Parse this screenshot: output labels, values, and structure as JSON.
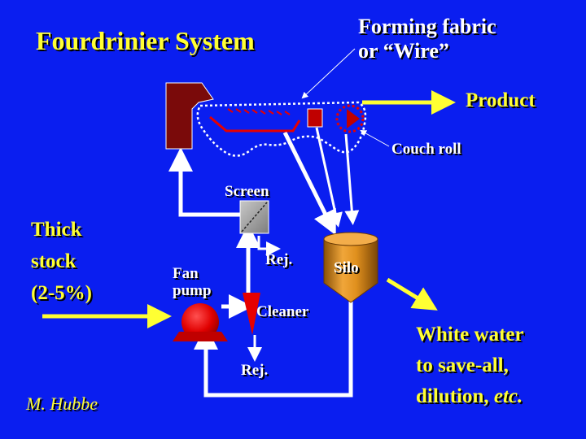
{
  "title": "Fourdrinier System",
  "labels": {
    "forming_fabric_line1": "Forming fabric",
    "forming_fabric_line2": "or “Wire”",
    "product": "Product",
    "couch_roll": "Couch roll",
    "screen": "Screen",
    "rej_top": "Rej.",
    "silo": "Silo",
    "fan_line1": "Fan",
    "fan_line2": "pump",
    "cleaner": "Cleaner",
    "rej_bottom": "Rej.",
    "thick_stock_line1": "Thick",
    "thick_stock_line2": "stock",
    "thick_stock_line3": "(2-5%)",
    "white_water_line1": "White water",
    "white_water_line2": "to save-all,",
    "white_water_line3_prefix": "dilution, ",
    "white_water_line3_italic": "etc.",
    "author": "M. Hubbe"
  },
  "colors": {
    "background": "#0a1ef0",
    "title_text": "#ffff33",
    "label_text": "#ffffff",
    "flow_arrow": "#ffff33",
    "pipe": "#ffffff",
    "headbox": "#7a0a0a",
    "component_red": "#e60000",
    "silo": "#d68a1c",
    "screen_box": "#a6a6a6"
  }
}
